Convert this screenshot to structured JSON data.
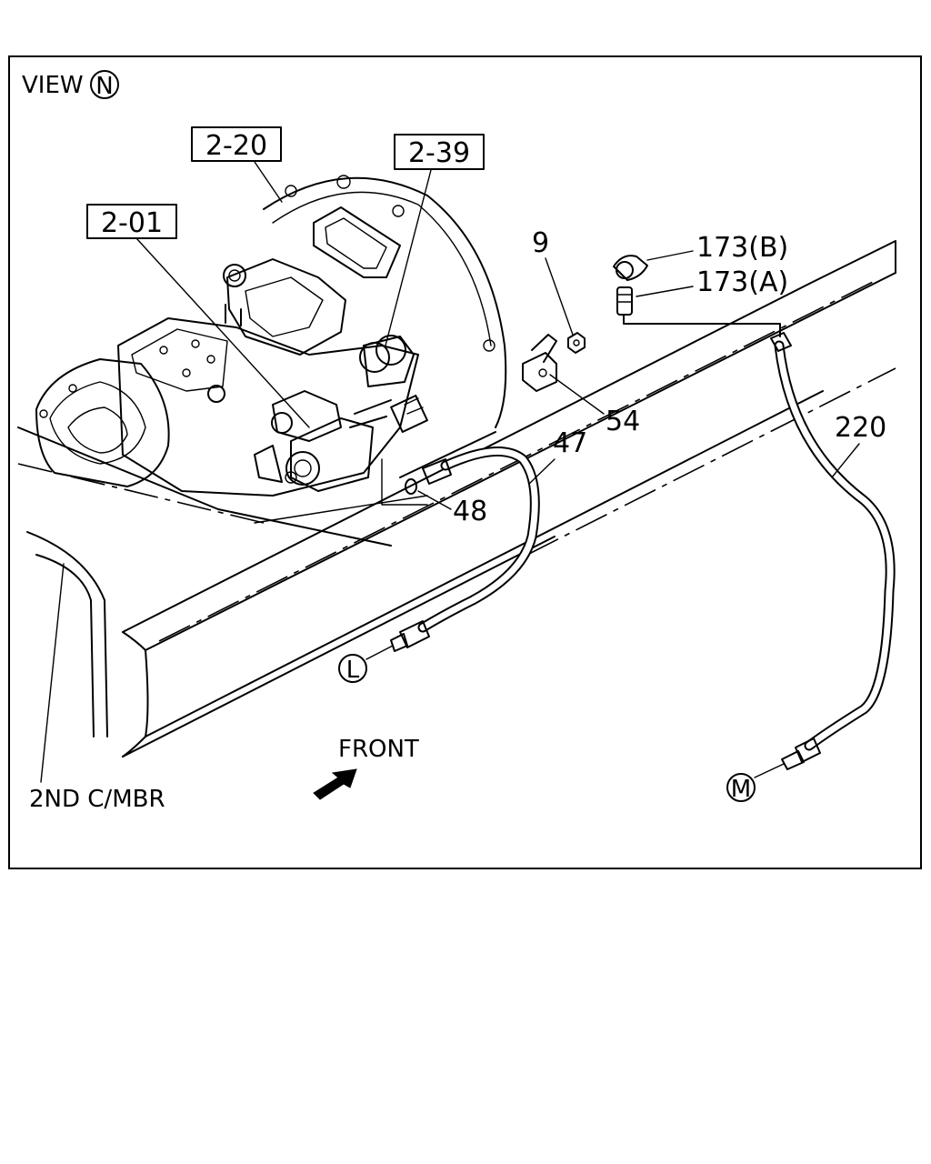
{
  "view": {
    "label": "VIEW",
    "marker": "N"
  },
  "boxed_refs": [
    "2-20",
    "2-39",
    "2-01"
  ],
  "callouts": {
    "p9": "9",
    "p173b": "173(B)",
    "p173a": "173(A)",
    "p54": "54",
    "p47": "47",
    "p48": "48",
    "p220": "220"
  },
  "connectors": {
    "l": "L",
    "m": "M"
  },
  "front_label": "FRONT",
  "member_label": "2ND C/MBR"
}
